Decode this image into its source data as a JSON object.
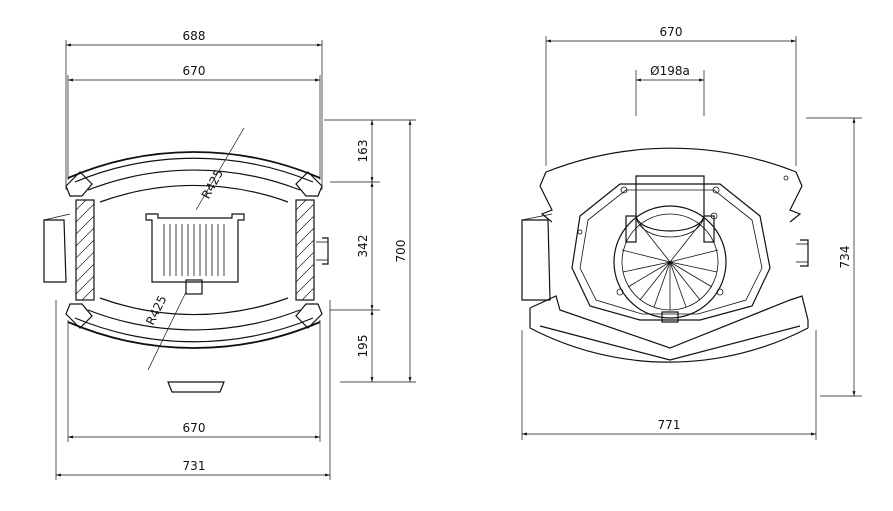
{
  "left_view": {
    "dims": {
      "overall_top": "688",
      "inner_top": "670",
      "bottom_inner": "670",
      "bottom_overall": "731",
      "seg_top": "163",
      "seg_mid": "342",
      "seg_bottom": "195",
      "total_height": "700",
      "radius_top": "R425",
      "radius_bottom": "R425"
    }
  },
  "right_view": {
    "dims": {
      "top_width": "670",
      "flue_diameter": "Ø198a",
      "bottom_width": "771",
      "height": "734"
    }
  }
}
